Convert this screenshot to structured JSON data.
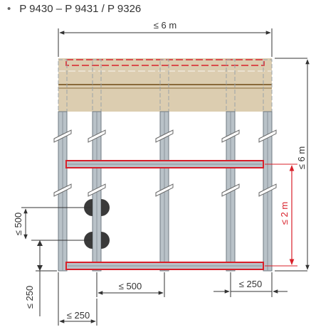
{
  "header": {
    "bullet": "•",
    "title": "P 9430 – P 9431 / P 9326"
  },
  "dimensions": {
    "total_width": "≤ 6 m",
    "total_height": "≤ 6 m",
    "rail_spacing": "≤ 2 m",
    "module_spacing_horizontal": "≤ 500",
    "module_spacing_vertical": "≤ 500",
    "edge_right": "≤ 250",
    "edge_left": "≤ 250",
    "edge_bottom": "≤ 250"
  },
  "colors": {
    "panel_fill": "#dccdb0",
    "panel_stripe": "#8a6a3a",
    "post_fill": "#b9c2c8",
    "post_dark": "#6f7a82",
    "rail_red": "#d8202a",
    "dim_line": "#333333",
    "module": "#3a3a3a"
  }
}
